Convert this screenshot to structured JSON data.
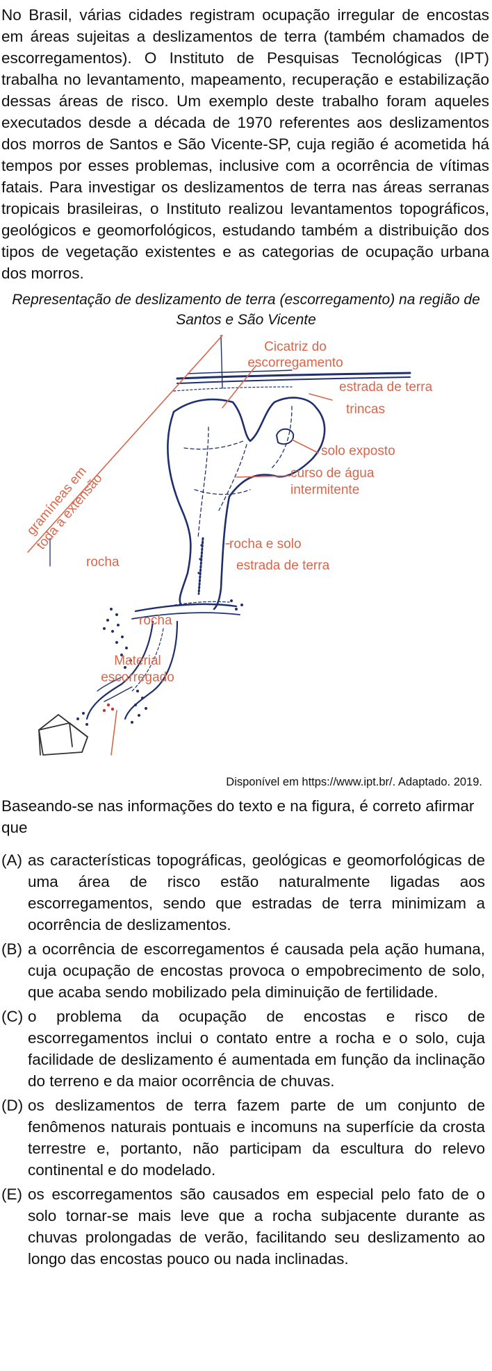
{
  "intro": "No Brasil, várias cidades registram ocupação irregular de encostas em áreas sujeitas a deslizamentos de terra (também chamados de escorregamentos). O Instituto de Pesquisas Tecnológicas (IPT) trabalha no levantamento, mapeamento, recuperação e estabilização dessas áreas de risco. Um exemplo deste trabalho foram aqueles executados desde a década de 1970 referentes aos deslizamentos dos morros de Santos e São Vicente-SP, cuja região é acometida há tempos por esses problemas, inclusive com a ocorrência de vítimas fatais. Para investigar os deslizamentos de terra nas áreas serranas tropicais brasileiras, o Instituto realizou levantamentos topográficos, geológicos e geomorfológicos, estudando também a distribuição dos tipos de vegetação existentes e as categorias de ocupação urbana dos morros.",
  "figure": {
    "title": "Representação de deslizamento de terra (escorregamento) na região de Santos e São Vicente",
    "label_color": "#d9664a",
    "labels": {
      "cicatriz_1": "Cicatriz do",
      "cicatriz_2": "escorregamento",
      "estrada_top": "estrada de terra",
      "trincas": "trincas",
      "solo_exposto": "solo exposto",
      "curso_1": "curso de água",
      "curso_2": "intermitente",
      "gramineas_1": "gramíneas em",
      "gramineas_2": "toda a extensão",
      "rocha_e_solo": "rocha e solo",
      "rocha_left": "rocha",
      "estrada_mid": "estrada de terra",
      "rocha_bottom": "rocha",
      "material_1": "Material",
      "material_2": "escorregado"
    }
  },
  "source": "Disponível em https://www.ipt.br/. Adaptado. 2019.",
  "question": "Baseando-se nas informações do texto e na figura, é correto afirmar que",
  "options": [
    {
      "letter": "(A)",
      "text": "as características topográficas, geológicas e geomorfológicas de uma área de risco estão naturalmente ligadas aos escorregamentos, sendo que estradas de terra minimizam a ocorrência de deslizamentos."
    },
    {
      "letter": "(B)",
      "text": "a ocorrência de escorregamentos é causada pela ação humana, cuja ocupação de encostas provoca o empobrecimento de solo, que acaba sendo mobilizado pela diminuição de fertilidade."
    },
    {
      "letter": "(C)",
      "text": "o problema da ocupação de encostas e risco de escorregamentos inclui o contato entre a rocha e o solo, cuja facilidade de deslizamento é aumentada em função da inclinação do terreno e da maior ocorrência de chuvas."
    },
    {
      "letter": "(D)",
      "text": "os deslizamentos de terra fazem parte de um conjunto de fenômenos naturais pontuais e incomuns na superfície da crosta terrestre e, portanto, não participam da escultura do relevo continental e do modelado."
    },
    {
      "letter": "(E)",
      "text": "os escorregamentos são causados em especial pelo fato de o solo tornar-se mais leve que a rocha subjacente durante as chuvas prolongadas de verão, facilitando seu deslizamento ao longo das encostas pouco ou nada inclinadas."
    }
  ]
}
